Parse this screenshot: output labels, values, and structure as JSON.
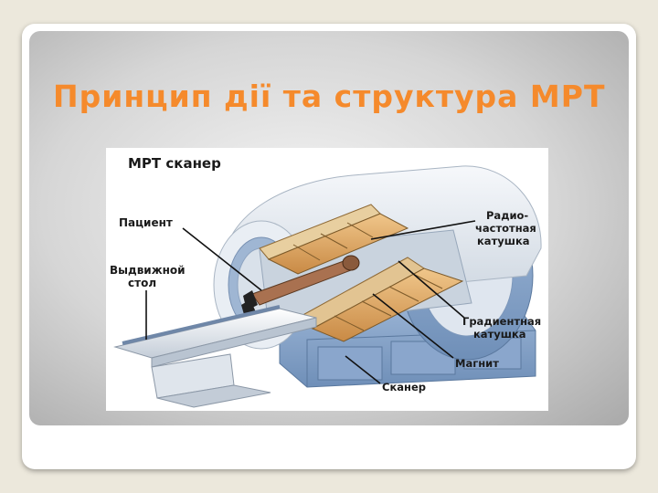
{
  "slide": {
    "title": "Принцип дії та структура МРТ"
  },
  "diagram": {
    "heading": "МРТ сканер",
    "labels": {
      "patient": "Пациент",
      "table_line1": "Выдвижной",
      "table_line2": "стол",
      "rf_line1": "Радио-",
      "rf_line2": "частотная",
      "rf_line3": "катушка",
      "gradient_line1": "Градиентная",
      "gradient_line2": "катушка",
      "magnet": "Магнит",
      "scanner": "Сканер"
    }
  }
}
